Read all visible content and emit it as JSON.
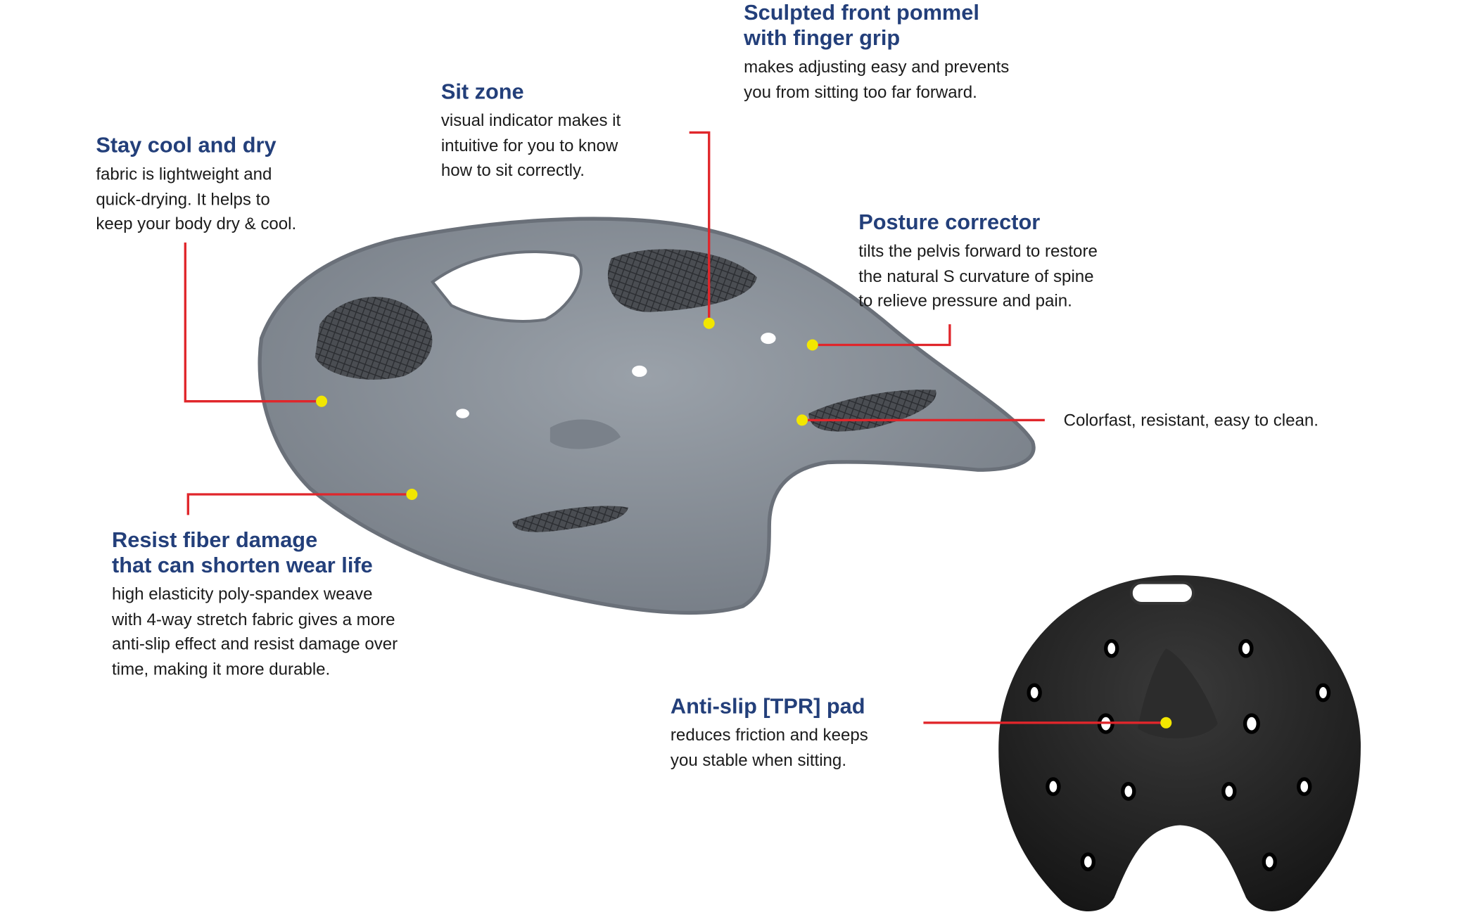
{
  "colors": {
    "title": "#233f7a",
    "leader_line": "#e0262b",
    "marker_dot": "#f2e600",
    "cushion": "#8a929a",
    "pad": "#1e1e1e"
  },
  "callouts": {
    "pommel": {
      "title": [
        "Sculpted front pommel",
        "with finger grip"
      ],
      "body": [
        "makes adjusting easy and prevents",
        "you from sitting too far forward."
      ]
    },
    "sit_zone": {
      "title": [
        "Sit zone"
      ],
      "body": [
        "visual indicator makes it",
        "intuitive for you to know",
        "how to sit correctly."
      ]
    },
    "cool_dry": {
      "title": [
        "Stay cool and dry"
      ],
      "body": [
        "fabric is lightweight and",
        "quick-drying. It helps to",
        "keep your body dry & cool."
      ]
    },
    "posture": {
      "title": [
        "Posture corrector"
      ],
      "body": [
        "tilts the pelvis forward to restore",
        "the natural S curvature of spine",
        "to relieve pressure and pain."
      ]
    },
    "colorfast": {
      "body": [
        "Colorfast, resistant, easy to clean."
      ]
    },
    "resist": {
      "title": [
        "Resist fiber damage",
        "that can shorten wear life"
      ],
      "body": [
        "high elasticity poly-spandex weave",
        "with 4-way stretch fabric gives a more",
        "anti-slip effect and resist damage over",
        "time, making it more durable."
      ]
    },
    "anti_slip": {
      "title": [
        "Anti-slip [TPR] pad"
      ],
      "body": [
        "reduces friction and keeps",
        "you stable when sitting."
      ]
    }
  }
}
